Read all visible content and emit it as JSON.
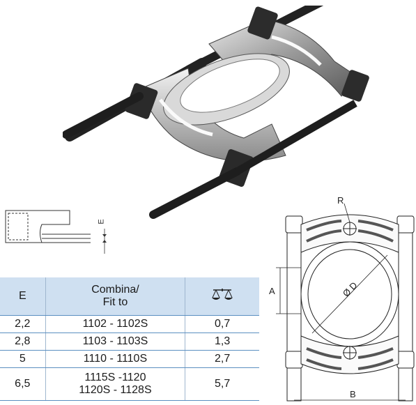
{
  "section_diagram": {
    "label_e": "E"
  },
  "drawing": {
    "label_r": "R",
    "label_a": "A",
    "label_d": "Ø D",
    "label_b": "B"
  },
  "table": {
    "headers": {
      "e": "E",
      "fit": [
        "Combina/",
        "Fit to"
      ],
      "weight_icon": "scale-icon"
    },
    "rows": [
      {
        "e": "2,2",
        "fit": [
          "1102 - 1102S"
        ],
        "weight": "0,7"
      },
      {
        "e": "2,8",
        "fit": [
          "1103 - 1103S"
        ],
        "weight": "1,3"
      },
      {
        "e": "5",
        "fit": [
          "1110 - 1110S"
        ],
        "weight": "2,7"
      },
      {
        "e": "6,5",
        "fit": [
          "1115S -1120",
          "1120S - 1128S"
        ],
        "weight": "5,7"
      }
    ]
  },
  "colors": {
    "header_bg": "#cfe0f1",
    "row_rule": "#5a8fc0"
  }
}
